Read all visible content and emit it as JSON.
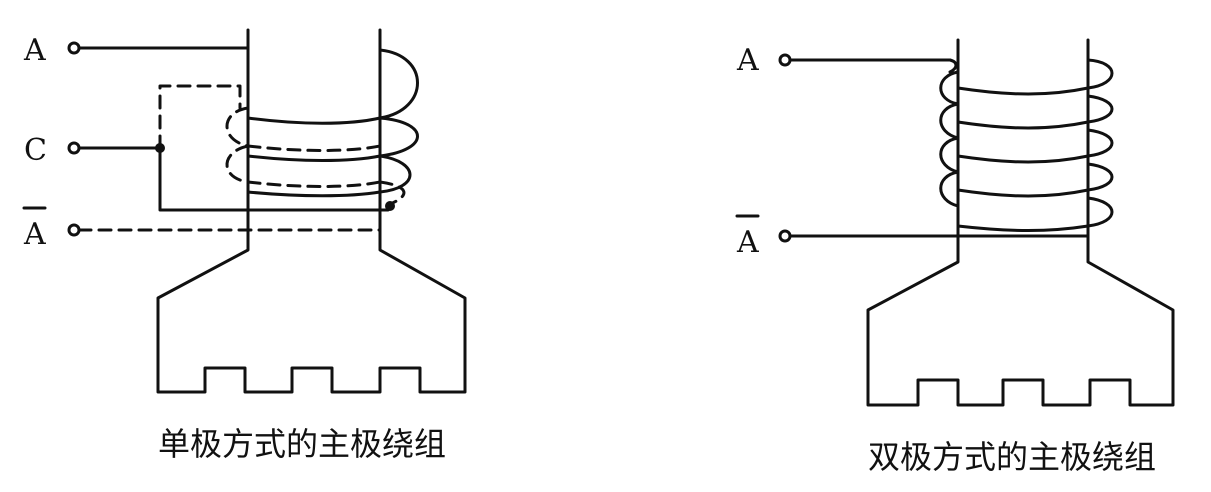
{
  "left": {
    "caption": "单极方式的主极绕组",
    "terminals": [
      {
        "key": "A",
        "label": "A",
        "overline": false
      },
      {
        "key": "C",
        "label": "C",
        "overline": false
      },
      {
        "key": "Abar",
        "label": "A",
        "overline": true
      }
    ]
  },
  "right": {
    "caption": "双极方式的主极绕组",
    "terminals": [
      {
        "key": "A",
        "label": "A",
        "overline": false
      },
      {
        "key": "Abar",
        "label": "A",
        "overline": true
      }
    ]
  }
}
